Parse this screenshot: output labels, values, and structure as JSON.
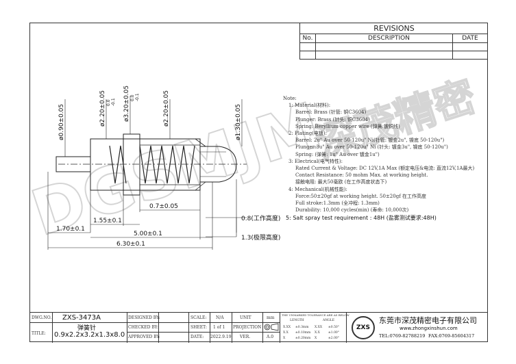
{
  "revisions": {
    "title": "REVISIONS",
    "col_no": "No.",
    "col_description": "DESCRIPTION",
    "col_date": "DATE"
  },
  "dimensions": {
    "d1": "ø0.90±0.05",
    "d2": "ø2.20±0.05",
    "d2_tol_plus": "0.0",
    "d2_tol_minus": "-0.1",
    "d3": "ø3.20±0.05",
    "d3_tol_plus": "0.0",
    "d3_tol_minus": "-0.1",
    "d4": "ø2.20±0.05",
    "d5": "ø1.30±0.05",
    "l_07": "0.7±0.05",
    "l_155": "1.55±0.1",
    "l_170": "1.70±0.1",
    "l_500": "5.00±0.1",
    "l_630": "6.30±0.1",
    "h_08": "0.8(工作高度)",
    "h_13": "1.3(极限高度)"
  },
  "watermark": {
    "text": "DGSMJM",
    "cn": "深茂精密"
  },
  "notes": {
    "header": "Note:",
    "lines": [
      "1: Material(材料):",
      "Barrel: Brass (针管: 铜C3604)",
      "Plunger: Brass (针头: 铜C3604)",
      "Spring: Beryllium copper wire (弹簧:铍铜线)",
      "2: Plating(电镀):",
      "Barrel: 2u\" Au over 50-120u\" Ni(针管: 镀金2u\", 镍底 50-120u\")",
      "Plunger:3u\" Au over 50-120u\" Ni (针头: 镀金3u\", 镍底 50-120u\")",
      "Spring: (弹簧: 1u\" Au over 镀金1u\")",
      "3: Electrical(电气特性):",
      "Rated Current & Voltage: DC 12V,1A Max (额定电压&电流: 直流12V,1A最大)",
      "Contact Resistance: 50 mohm Max. at working height.",
      "接触电阻: 最大50毫欧 (在工作高度状态下)",
      "4: Mechanical(机械性能):",
      "Force:50±20gf  at working height. 50±20gf 在工作高度",
      "Full stroke:1.3mm (全冲程: 1.3mm)",
      "Durability: 10,000 cycles(min) (寿命: 10,000次)"
    ],
    "line5": "5: Salt spray test requirement : 48H (盐雾测试要求:48H)"
  },
  "title_block": {
    "dwg_no_label": "DWG.NO.",
    "dwg_no": "ZXS-3473A",
    "title_label": "TITLE:",
    "title_cn": "弹簧针",
    "title_size": "0.9x2.2x3.2x1.3x8.0",
    "designed_by": "DESIGNED BY:",
    "checked_by": "CHECKED BY:",
    "approved_by": "APPROVED BY:",
    "scale_label": "SCALE:",
    "scale": "N/A",
    "sheet_label": "SHEET:",
    "sheet": "1 of 1",
    "date_label": "DATE:",
    "date": "2022.9.19",
    "unit_label": "UNIT",
    "unit": "mm",
    "projection_label": "PROJECTION",
    "ver_label": "VER.",
    "ver": "A.0",
    "tol_title": "THE UNMARKED TOLERANCE ARE AS BELOW",
    "tol_length": "LENGTH",
    "tol_angle": "ANGLE",
    "tol_rows": [
      {
        "a": "X.XX",
        "b": "±0.3mm",
        "c": "X.XX",
        "d": "±0.50°"
      },
      {
        "a": "X.X",
        "b": "±0.10mm",
        "c": "X.X",
        "d": "±1.00°"
      },
      {
        "a": "X",
        "b": "±0.20mm",
        "c": "X",
        "d": "±2.00°"
      }
    ]
  },
  "company": {
    "logo": "ZXS",
    "name": "东莞市深茂精密电子有限公司",
    "url": "www.zhongxinshun.com",
    "tel": "TEL:0769-82788219",
    "fax": "FAX:0769-85604317"
  }
}
